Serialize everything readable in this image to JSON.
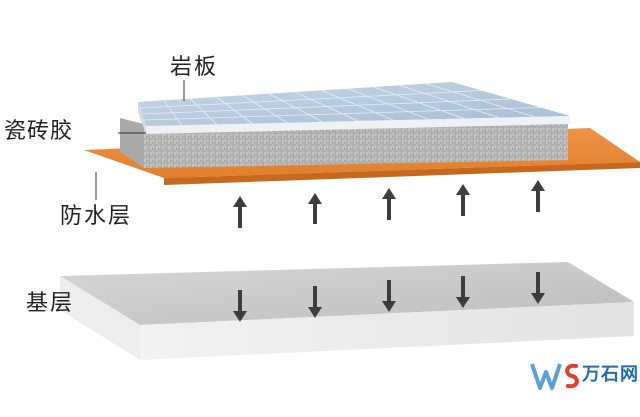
{
  "labels": {
    "stone_slab": "岩板",
    "tile_adhesive": "瓷砖胶",
    "waterproof_layer": "防水层",
    "base_layer": "基层"
  },
  "watermark": {
    "text": "万石网"
  },
  "colors": {
    "waterproof_orange": "#e8893a",
    "slab_blue": "#b9cbe0",
    "adhesive_gray": "#b5b5b5",
    "base_gray": "#c9c9c9",
    "arrow": "#3d3d3d",
    "watermark_blue": "#1f6db0"
  },
  "arrows": {
    "upward_count": 5,
    "downward_count": 5
  }
}
